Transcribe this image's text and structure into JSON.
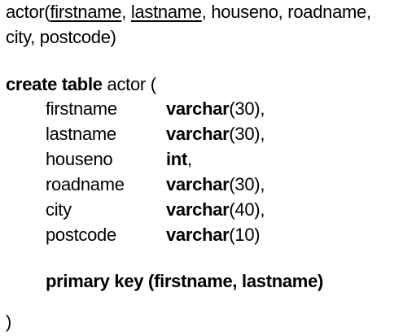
{
  "relation": {
    "name": "actor",
    "open_paren": "(",
    "key_attr_1": "firstname",
    "sep_1": ", ",
    "key_attr_2": "lastname",
    "rest_line_1": ", houseno, roadname,",
    "rest_line_2": "city, postcode)"
  },
  "sql": {
    "create_kw": "create table",
    "table_name": " actor (",
    "columns": [
      {
        "name": "firstname",
        "type": "varchar",
        "suffix": "(30),"
      },
      {
        "name": "lastname",
        "type": "varchar",
        "suffix": "(30),"
      },
      {
        "name": "houseno",
        "type": "int",
        "suffix": ","
      },
      {
        "name": "roadname",
        "type": "varchar",
        "suffix": "(30),"
      },
      {
        "name": "city",
        "type": "varchar",
        "suffix": "(40),"
      },
      {
        "name": "postcode",
        "type": "varchar",
        "suffix": "(10)"
      }
    ],
    "primary_key": "primary key (firstname, lastname)",
    "close_paren": ")"
  }
}
